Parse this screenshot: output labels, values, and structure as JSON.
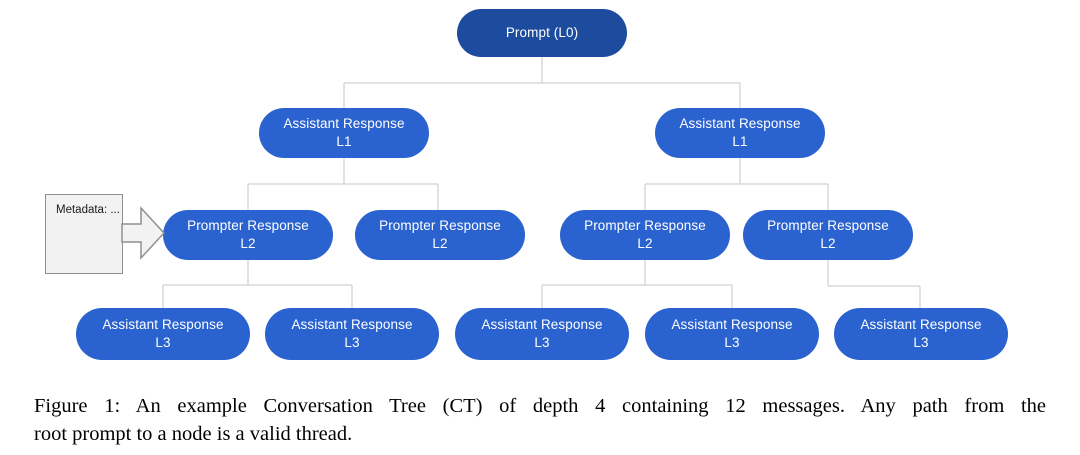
{
  "colors": {
    "root_node_fill": "#1d4c9e",
    "node_fill": "#2a62cf",
    "node_text": "#ffffff",
    "connector_line": "#d8d8d8",
    "metadata_box_fill": "#f2f2f2",
    "metadata_box_border": "#8f8f8f",
    "caption_text": "#000000"
  },
  "tree": {
    "nodes": [
      {
        "line1": "Prompt (L0)",
        "line2": ""
      },
      {
        "line1": "Assistant Response",
        "line2": "L1"
      },
      {
        "line1": "Assistant Response",
        "line2": "L1"
      },
      {
        "line1": "Prompter Response",
        "line2": "L2"
      },
      {
        "line1": "Prompter Response",
        "line2": "L2"
      },
      {
        "line1": "Prompter Response",
        "line2": "L2"
      },
      {
        "line1": "Prompter Response",
        "line2": "L2"
      },
      {
        "line1": "Assistant Response",
        "line2": "L3"
      },
      {
        "line1": "Assistant Response",
        "line2": "L3"
      },
      {
        "line1": "Assistant Response",
        "line2": "L3"
      },
      {
        "line1": "Assistant Response",
        "line2": "L3"
      },
      {
        "line1": "Assistant Response",
        "line2": "L3"
      }
    ],
    "edges": [
      [
        0,
        1
      ],
      [
        0,
        2
      ],
      [
        1,
        3
      ],
      [
        1,
        4
      ],
      [
        2,
        5
      ],
      [
        2,
        6
      ],
      [
        3,
        7
      ],
      [
        3,
        8
      ],
      [
        5,
        9
      ],
      [
        5,
        10
      ],
      [
        6,
        11
      ]
    ],
    "depth": 4,
    "message_count": 12
  },
  "metadata_box": {
    "title": "Metadata:",
    "ellipsis": "..."
  },
  "caption": {
    "line1": "Figure 1: An example Conversation Tree (CT) of depth 4 containing 12 messages. Any path from the",
    "line2": "root prompt to a node is a valid thread."
  }
}
